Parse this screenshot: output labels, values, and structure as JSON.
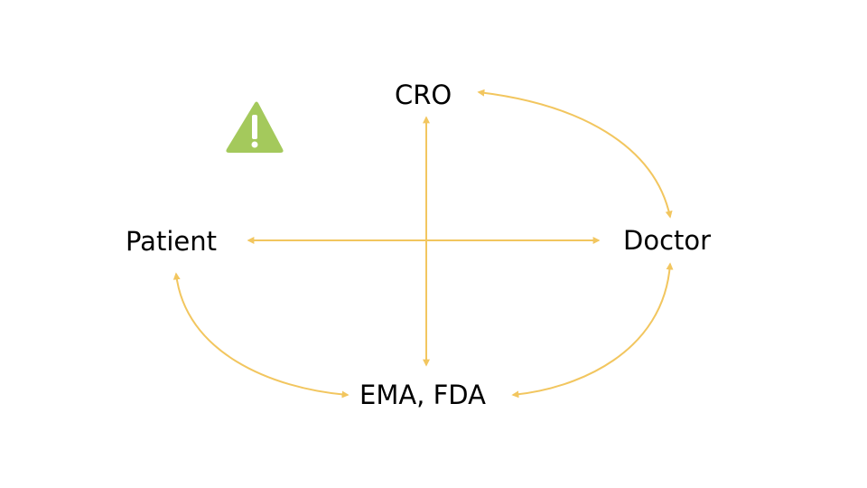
{
  "nodes": {
    "cro": "CRO",
    "patient": "Patient",
    "doctor": "Doctor",
    "regulators": "EMA, FDA"
  },
  "icons": {
    "warning": "warning-triangle-icon"
  },
  "colors": {
    "connector": "#f2c65f",
    "warning_fill": "#a4c95c",
    "text": "#000000"
  }
}
